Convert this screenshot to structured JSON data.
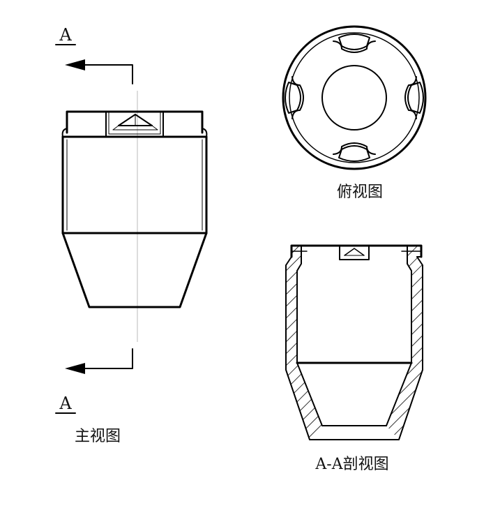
{
  "labels": {
    "section_mark_top": "A",
    "section_mark_bottom": "A",
    "front_view": "主视图",
    "top_view": "俯视图",
    "section_view": "A-A剖视图"
  },
  "colors": {
    "line": "#000000",
    "background": "#ffffff"
  }
}
